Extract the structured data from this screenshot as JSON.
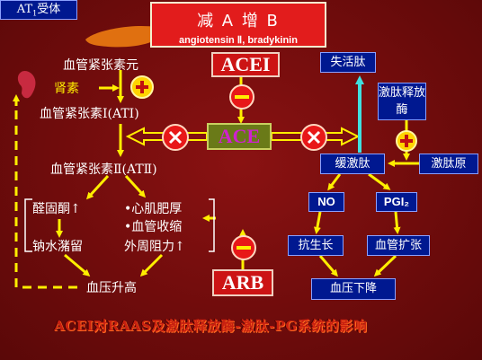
{
  "title": {
    "main": "减 A 增 B",
    "sub": "angiotensin Ⅱ, bradykinin"
  },
  "raas": {
    "angiotensinogen": "血管紧张素元",
    "renin": "肾素",
    "angiotensin_1": "血管紧张素Ⅰ(ATⅠ)",
    "angiotensin_2": "血管紧张素Ⅱ(ATⅡ)",
    "aldosterone": "醛固酮↑",
    "sodium_water_retention": "钠水潴留",
    "myocardial_hypertrophy": "•心肌肥厚",
    "vasoconstriction": "•血管收缩",
    "peripheral_resistance": "外周阻力↑",
    "bp_increase": "血压升高"
  },
  "drugs": {
    "acei": "ACEI",
    "ace": "ACE",
    "arb": "ARB"
  },
  "receptor": {
    "at1_prefix": "AT",
    "at1_sub": "1",
    "at1_suffix": "受体"
  },
  "kinin": {
    "inactive_peptide": "失活肽",
    "kinin_releasing_enzyme": "激肽释放酶",
    "bradykinin": "缓激肽",
    "kininogen": "激肽原",
    "no": "NO",
    "pgi2": "PGI₂",
    "anti_growth": "抗生长",
    "vasodilation": "血管扩张",
    "bp_decrease": "血压下降"
  },
  "footer": "ACEI对RAAS及激肽释放酶-激肽-PG系统的影响",
  "colors": {
    "background": "#700c0c",
    "arrow": "#ffee00",
    "blue_box": "#001890",
    "red_box": "#cc1414",
    "cyan_arrow": "#40e0e0",
    "ace_box": "#6a7a18"
  }
}
